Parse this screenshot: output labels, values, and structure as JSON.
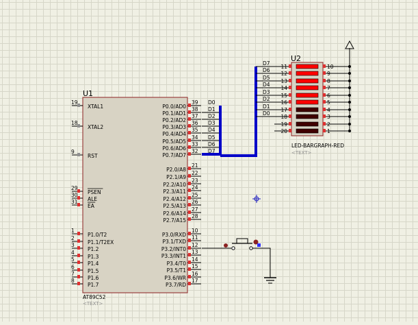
{
  "mcu": {
    "ref": "U1",
    "part": "AT89C52",
    "text_tag": "<TEXT>",
    "left_pins": [
      {
        "num": "19",
        "name": "XTAL1"
      },
      {
        "num": "18",
        "name": "XTAL2"
      },
      {
        "num": "9",
        "name": "RST"
      },
      {
        "num": "29",
        "name": "PSEN"
      },
      {
        "num": "30",
        "name": "ALE"
      },
      {
        "num": "31",
        "name": "EA"
      },
      {
        "num": "1",
        "name": "P1.0/T2"
      },
      {
        "num": "2",
        "name": "P1.1/T2EX"
      },
      {
        "num": "3",
        "name": "P1.2"
      },
      {
        "num": "4",
        "name": "P1.3"
      },
      {
        "num": "5",
        "name": "P1.4"
      },
      {
        "num": "6",
        "name": "P1.5"
      },
      {
        "num": "7",
        "name": "P1.6"
      },
      {
        "num": "8",
        "name": "P1.7"
      }
    ],
    "right_pins": [
      {
        "num": "39",
        "name": "P0.0/AD0",
        "net": "D0"
      },
      {
        "num": "38",
        "name": "P0.1/AD1",
        "net": "D1"
      },
      {
        "num": "37",
        "name": "P0.2/AD2",
        "net": "D2"
      },
      {
        "num": "36",
        "name": "P0.3/AD3",
        "net": "D3"
      },
      {
        "num": "35",
        "name": "P0.4/AD4",
        "net": "D4"
      },
      {
        "num": "34",
        "name": "P0.5/AD5",
        "net": "D5"
      },
      {
        "num": "33",
        "name": "P0.6/AD6",
        "net": "D6"
      },
      {
        "num": "32",
        "name": "P0.7/AD7",
        "net": "D7"
      },
      {
        "num": "21",
        "name": "P2.0/A8"
      },
      {
        "num": "22",
        "name": "P2.1/A9"
      },
      {
        "num": "23",
        "name": "P2.2/A10"
      },
      {
        "num": "24",
        "name": "P2.3/A11"
      },
      {
        "num": "25",
        "name": "P2.4/A12"
      },
      {
        "num": "26",
        "name": "P2.5/A13"
      },
      {
        "num": "27",
        "name": "P2.6/A14"
      },
      {
        "num": "28",
        "name": "P2.7/A15"
      },
      {
        "num": "10",
        "name": "P3.0/RXD"
      },
      {
        "num": "11",
        "name": "P3.1/TXD"
      },
      {
        "num": "12",
        "name": "P3.2/INT0"
      },
      {
        "num": "13",
        "name": "P3.3/INT1"
      },
      {
        "num": "14",
        "name": "P3.4/T0"
      },
      {
        "num": "15",
        "name": "P3.5/T1"
      },
      {
        "num": "16",
        "name": "P3.6/WR"
      },
      {
        "num": "17",
        "name": "P3.7/RD"
      }
    ]
  },
  "bargraph": {
    "ref": "U2",
    "part": "LED-BARGRAPH-RED",
    "text_tag": "<TEXT>",
    "left_pins": [
      {
        "num": "11",
        "net": "D7"
      },
      {
        "num": "12",
        "net": "D6"
      },
      {
        "num": "13",
        "net": "D5"
      },
      {
        "num": "14",
        "net": "D4"
      },
      {
        "num": "15",
        "net": "D3"
      },
      {
        "num": "16",
        "net": "D2"
      },
      {
        "num": "17",
        "net": "D1"
      },
      {
        "num": "18",
        "net": "D0"
      },
      {
        "num": "19",
        "net": ""
      },
      {
        "num": "20",
        "net": ""
      }
    ],
    "right_pins": [
      "10",
      "9",
      "8",
      "7",
      "6",
      "5",
      "4",
      "3",
      "2",
      "1"
    ],
    "segments_lit": [
      true,
      true,
      true,
      true,
      true,
      true,
      false,
      false,
      false,
      false
    ],
    "color_lit": "#ff0000",
    "color_off": "#400000"
  },
  "colors": {
    "background": "#f0f0e4",
    "grid": "#d6d6c8",
    "body_fill": "#d8d3c4",
    "body_stroke": "#8b2222",
    "wire": "#006000",
    "bus": "#0000c8",
    "pin_marker": "#e03030",
    "text": "#000000",
    "tag_text": "#909090"
  }
}
